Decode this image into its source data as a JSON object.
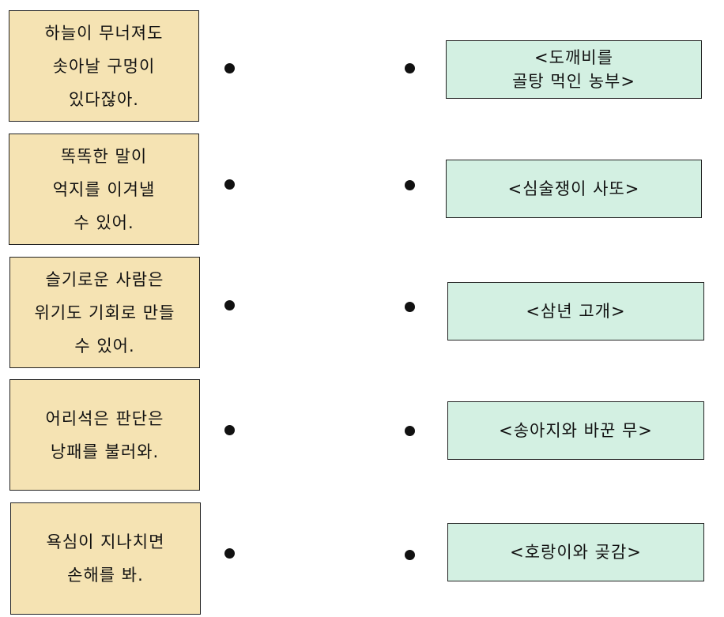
{
  "left_items": [
    {
      "lines": [
        "하늘이 무너져도",
        "솟아날 구멍이",
        "있다잖아."
      ]
    },
    {
      "lines": [
        "똑똑한 말이",
        "억지를 이겨낼",
        "수 있어."
      ]
    },
    {
      "lines": [
        "슬기로운 사람은",
        "위기도 기회로 만들",
        "수 있어."
      ]
    },
    {
      "lines": [
        "어리석은 판단은",
        "낭패를 불러와."
      ]
    },
    {
      "lines": [
        "욕심이 지나치면",
        "손해를 봐."
      ]
    }
  ],
  "right_items": [
    {
      "lines": [
        "<도깨비를",
        "골탕 먹인 농부>"
      ]
    },
    {
      "lines": [
        "<심술쟁이 사또>"
      ]
    },
    {
      "lines": [
        "<삼년 고개>"
      ]
    },
    {
      "lines": [
        "<송아지와 바꾼 무>"
      ]
    },
    {
      "lines": [
        "<호랑이와 곶감>"
      ]
    }
  ],
  "colors": {
    "left_box_bg": "#f5e3b3",
    "right_box_bg": "#d3f0e2",
    "border": "#222222",
    "dot": "#111111"
  }
}
